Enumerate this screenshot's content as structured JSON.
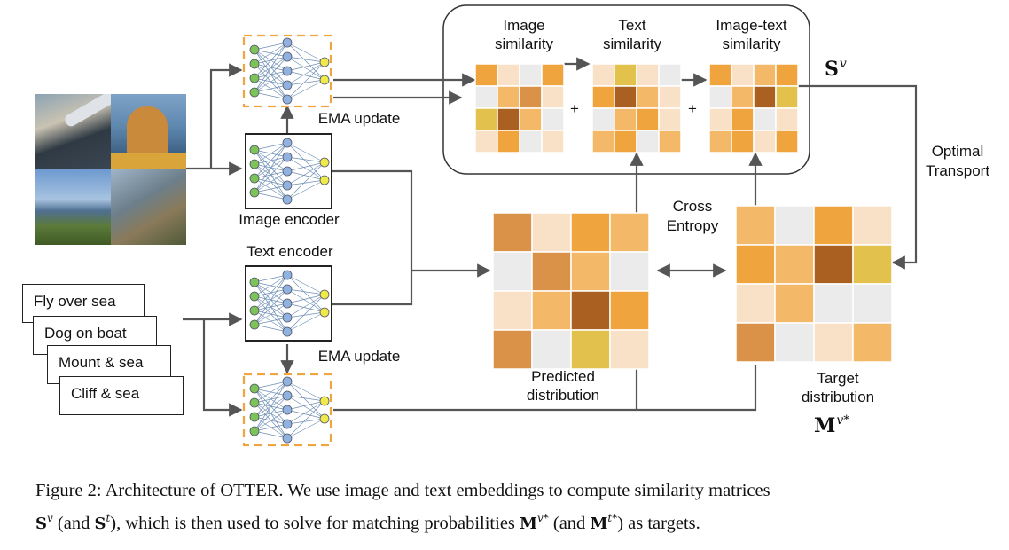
{
  "labels": {
    "image_similarity": [
      "Image",
      "similarity"
    ],
    "text_similarity": [
      "Text",
      "similarity"
    ],
    "image_text_similarity": [
      "Image-text",
      "similarity"
    ],
    "plus": "+",
    "ema_update": "EMA update",
    "image_encoder": "Image encoder",
    "text_encoder": "Text encoder",
    "cross_entropy": [
      "Cross",
      "Entropy"
    ],
    "optimal_transport": [
      "Optimal",
      "Transport"
    ],
    "predicted_distribution": [
      "Predicted",
      "distribution"
    ],
    "target_distribution": [
      "Target",
      "distribution"
    ]
  },
  "math": {
    "sv_base": "S",
    "sv_sup": "v",
    "mv_base": "M",
    "mv_sup": "v*"
  },
  "text_cards": [
    "Fly over sea",
    "Dog on boat",
    "Mount & sea",
    "Cliff & sea"
  ],
  "caption": {
    "line1": "Figure 2: Architecture of OTTER. We use image and text embeddings to compute similarity matrices",
    "l2_a_base": "S",
    "l2_a_sup": "v",
    "l2_b": " (and ",
    "l2_c_base": "S",
    "l2_c_sup": "t",
    "l2_d": "), which is then used to solve for matching probabilities ",
    "l2_e_base": "M",
    "l2_e_sup": "v*",
    "l2_f": " (and ",
    "l2_g_base": "M",
    "l2_g_sup": "t*",
    "l2_h": ") as targets."
  },
  "colors": {
    "line": "#555555",
    "dashed_border": "#f0a640",
    "node_green": "#7cc35a",
    "node_blue": "#8fb2e0",
    "node_yellow": "#eeea4a",
    "cell_cream": "#f8e1c6",
    "cell_orange": "#f0a43e",
    "cell_light_orange": "#f4b968",
    "cell_grey": "#ebebeb",
    "cell_brown": "#a96020",
    "cell_yellow": "#e2c24c",
    "cell_tan": "#da9248"
  },
  "matrices": {
    "image_similarity": [
      [
        "o",
        "c",
        "g",
        "o"
      ],
      [
        "g",
        "l",
        "t",
        "c"
      ],
      [
        "y",
        "b",
        "l",
        "g"
      ],
      [
        "c",
        "o",
        "g",
        "c"
      ]
    ],
    "text_similarity": [
      [
        "c",
        "y",
        "c",
        "g"
      ],
      [
        "o",
        "b",
        "l",
        "c"
      ],
      [
        "g",
        "l",
        "o",
        "c"
      ],
      [
        "l",
        "o",
        "g",
        "l"
      ]
    ],
    "image_text_similarity": [
      [
        "o",
        "c",
        "l",
        "o"
      ],
      [
        "g",
        "l",
        "b",
        "y"
      ],
      [
        "c",
        "o",
        "g",
        "c"
      ],
      [
        "l",
        "o",
        "c",
        "o"
      ]
    ],
    "predicted": [
      [
        "t",
        "c",
        "o",
        "l"
      ],
      [
        "g",
        "t",
        "l",
        "g"
      ],
      [
        "c",
        "l",
        "b",
        "o"
      ],
      [
        "t",
        "g",
        "y",
        "c"
      ]
    ],
    "target": [
      [
        "l",
        "g",
        "o",
        "c"
      ],
      [
        "o",
        "l",
        "b",
        "y"
      ],
      [
        "c",
        "l",
        "g",
        "g"
      ],
      [
        "t",
        "g",
        "c",
        "l"
      ]
    ]
  }
}
